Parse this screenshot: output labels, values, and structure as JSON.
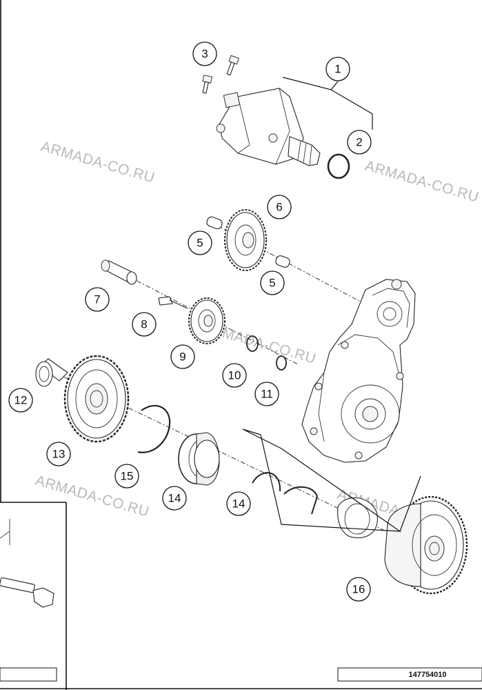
{
  "callouts": [
    {
      "label": "1",
      "part": "starter-motor-assembly"
    },
    {
      "label": "2",
      "part": "o-ring"
    },
    {
      "label": "3",
      "part": "screw"
    },
    {
      "label": "5",
      "part": "bushing"
    },
    {
      "label": "5",
      "part": "bushing"
    },
    {
      "label": "6",
      "part": "intermediate-gear"
    },
    {
      "label": "7",
      "part": "sleeve"
    },
    {
      "label": "8",
      "part": "pin"
    },
    {
      "label": "9",
      "part": "idler-gear"
    },
    {
      "label": "10",
      "part": "washer"
    },
    {
      "label": "11",
      "part": "bushing"
    },
    {
      "label": "12",
      "part": "needle-bearing"
    },
    {
      "label": "13",
      "part": "starter-gear"
    },
    {
      "label": "14",
      "part": "bearing-ring"
    },
    {
      "label": "14",
      "part": "bearing-ring"
    },
    {
      "label": "15",
      "part": "retaining-ring"
    },
    {
      "label": "16",
      "part": "freewheel-assembly"
    }
  ],
  "watermark": "ARMADA-CO.RU",
  "reference": "147754010"
}
